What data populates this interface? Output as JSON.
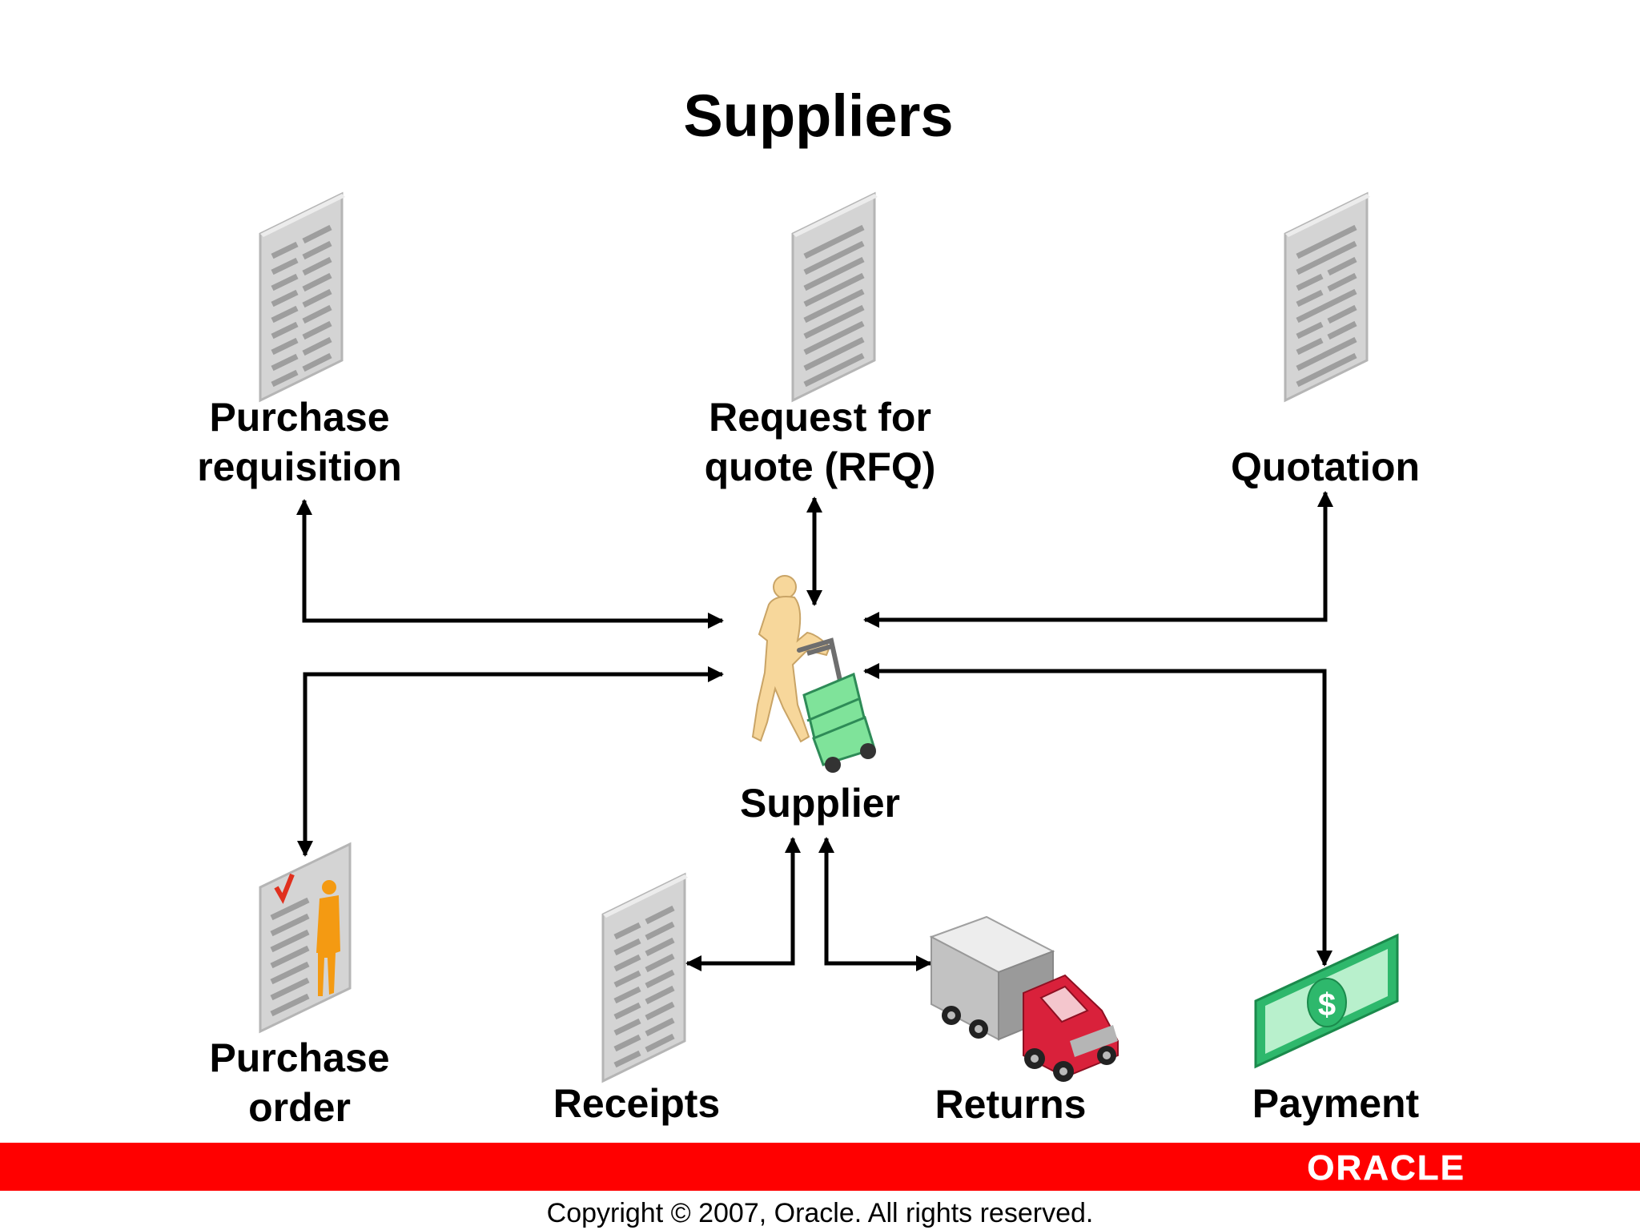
{
  "title": "Suppliers",
  "center": {
    "label": "Supplier",
    "icon": "supplier-with-hand-truck-icon"
  },
  "nodes": {
    "purchase_requisition": {
      "line1": "Purchase",
      "line2": "requisition",
      "icon": "document-icon"
    },
    "rfq": {
      "line1": "Request for",
      "line2": "quote (RFQ)",
      "icon": "document-icon"
    },
    "quotation": {
      "label": "Quotation",
      "icon": "document-icon"
    },
    "purchase_order": {
      "line1": "Purchase",
      "line2": "order",
      "icon": "purchase-order-document-icon"
    },
    "receipts": {
      "label": "Receipts",
      "icon": "document-icon"
    },
    "returns": {
      "label": "Returns",
      "icon": "delivery-truck-icon"
    },
    "payment": {
      "label": "Payment",
      "icon": "dollar-bill-icon"
    }
  },
  "footer": {
    "logo": "ORACLE",
    "copyright": "Copyright © 2007, Oracle. All rights reserved.",
    "bar_color": "#FF0000"
  },
  "colors": {
    "document_gray": "#D4D4D4",
    "figure_skin": "#F7D79B",
    "crate_green": "#7FE39A",
    "person_orange": "#F49A12",
    "truck_red": "#D9213B",
    "money_green": "#2EB86C"
  }
}
